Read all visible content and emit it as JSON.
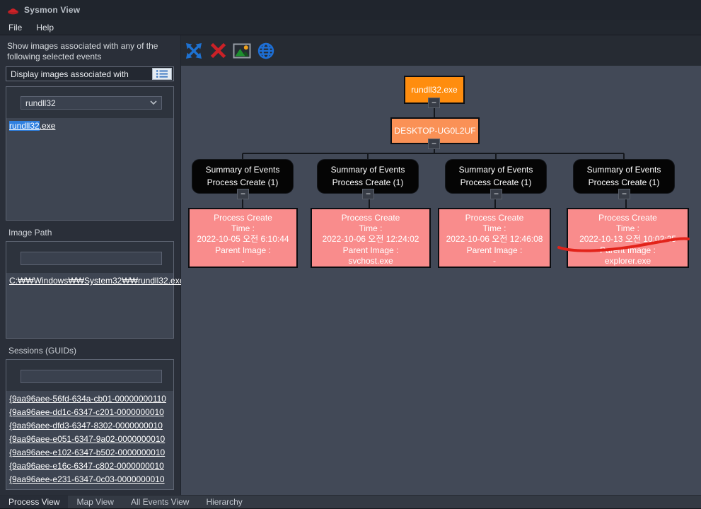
{
  "window": {
    "title": "Sysmon View"
  },
  "menu": {
    "items": {
      "file": "File",
      "help": "Help"
    }
  },
  "sidebar": {
    "intro": "Show images associated with any of the following selected events",
    "display_header": "Display images associated with",
    "image_filter": {
      "value": "rundll32"
    },
    "image_list": {
      "item0": {
        "highlight": "rundll32",
        "rest": ".exe"
      }
    },
    "image_path_label": "Image Path",
    "image_path_filter_value": "",
    "image_paths": {
      "item0": "C:₩₩Windows₩₩System32₩₩rundll32.exe"
    },
    "sessions_label": "Sessions (GUIDs)",
    "sessions_filter_value": "",
    "sessions": [
      "{9aa96aee-56fd-634a-cb01-00000000110",
      "{9aa96aee-dd1c-6347-c201-0000000010",
      "{9aa96aee-dfd3-6347-8302-0000000010",
      "{9aa96aee-e051-6347-9a02-0000000010",
      "{9aa96aee-e102-6347-b502-0000000010",
      "{9aa96aee-e16c-6347-c802-0000000010",
      "{9aa96aee-e231-6347-0c03-0000000010"
    ]
  },
  "toolbar": {
    "icons": [
      "expand-arrows-icon",
      "close-x-icon",
      "image-icon",
      "globe-icon"
    ]
  },
  "tree": {
    "collapse_glyph": "−",
    "root": {
      "label": "rundll32.exe"
    },
    "host": {
      "label": "DESKTOP-UG0L2UF"
    },
    "summaries": [
      {
        "line1": "Summary of Events",
        "line2": "Process Create (1)"
      },
      {
        "line1": "Summary of Events",
        "line2": "Process Create (1)"
      },
      {
        "line1": "Summary of Events",
        "line2": "Process Create (1)"
      },
      {
        "line1": "Summary of Events",
        "line2": "Process Create (1)"
      }
    ],
    "events": [
      {
        "title": "Process Create",
        "time_label": "Time :",
        "time": "2022-10-05 오전 6:10:44",
        "parent_label": "Parent Image :",
        "parent": "-"
      },
      {
        "title": "Process Create",
        "time_label": "Time :",
        "time": "2022-10-06 오전 12:24:02",
        "parent_label": "Parent Image :",
        "parent": "svchost.exe"
      },
      {
        "title": "Process Create",
        "time_label": "Time :",
        "time": "2022-10-06 오전 12:46:08",
        "parent_label": "Parent Image :",
        "parent": "-"
      },
      {
        "title": "Process Create",
        "time_label": "Time :",
        "time": "2022-10-13 오전 10:02:25",
        "parent_label": "Parent Image :",
        "parent": "explorer.exe"
      }
    ]
  },
  "tabs": {
    "items": [
      "Process View",
      "Map View",
      "All Events View",
      "Hierarchy"
    ],
    "active": "Process View"
  },
  "colors": {
    "root_orange": "#ff8d0e",
    "host_orange": "#fa9156",
    "leaf_salmon": "#f98c8c",
    "summary_black": "#050505",
    "diagram_bg": "#424957",
    "sidebar_bg": "#2a2f39",
    "selection_blue": "#2f80e0",
    "annotation_red": "#e2231a",
    "toolbar_blue": "#1e72d2",
    "toolbar_red": "#cb2127"
  }
}
